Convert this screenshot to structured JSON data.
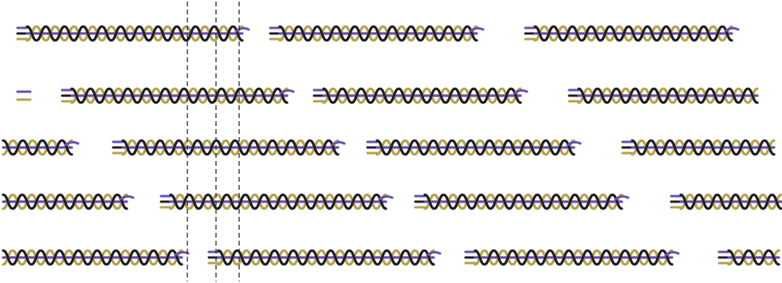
{
  "diagram": {
    "kind": "braided-strand-array",
    "strand_colors": {
      "purple": "#6a4fb0",
      "gold": "#b5a24c",
      "black": "#1f1f26"
    },
    "rows": [
      {
        "segments": [
          {
            "crossings": 12,
            "clip_left": false,
            "clip_right": false
          },
          {
            "crossings": 11,
            "clip_left": false,
            "clip_right": false
          },
          {
            "crossings": 11,
            "clip_left": false,
            "clip_right": false
          }
        ]
      },
      {
        "segments": [
          {
            "crossings": 0,
            "stub": true
          },
          {
            "crossings": 12,
            "clip_left": false,
            "clip_right": false
          },
          {
            "crossings": 11,
            "clip_left": false,
            "clip_right": false
          },
          {
            "crossings": 10,
            "clip_left": false,
            "clip_right": true
          }
        ]
      },
      {
        "segments": [
          {
            "crossings": 4,
            "clip_left": true,
            "clip_right": false
          },
          {
            "crossings": 12,
            "clip_left": false,
            "clip_right": false
          },
          {
            "crossings": 11,
            "clip_left": false,
            "clip_right": false
          },
          {
            "crossings": 8,
            "clip_left": false,
            "clip_right": true
          }
        ]
      },
      {
        "segments": [
          {
            "crossings": 7,
            "clip_left": true,
            "clip_right": false
          },
          {
            "crossings": 12,
            "clip_left": false,
            "clip_right": false
          },
          {
            "crossings": 11,
            "clip_left": false,
            "clip_right": false
          },
          {
            "crossings": 6,
            "clip_left": false,
            "clip_right": true
          }
        ]
      },
      {
        "segments": [
          {
            "crossings": 10,
            "clip_left": true,
            "clip_right": false
          },
          {
            "crossings": 12,
            "clip_left": false,
            "clip_right": false
          },
          {
            "crossings": 11,
            "clip_left": false,
            "clip_right": false
          },
          {
            "crossings": 3,
            "clip_left": false,
            "clip_right": true
          }
        ]
      }
    ],
    "dashed_guides": 3
  }
}
